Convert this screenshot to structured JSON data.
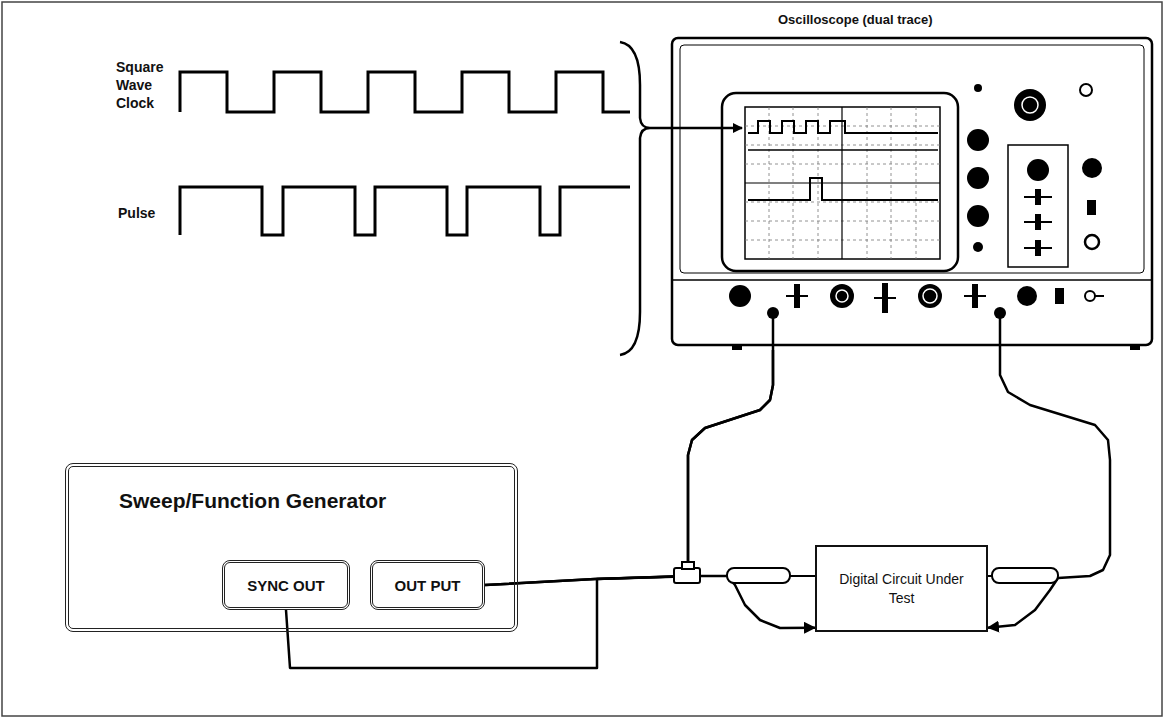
{
  "diagram": {
    "nodes": [
      {
        "text": [
          "Oscilloscope (dual trace)"
        ]
      },
      {
        "text": [
          "Sweep/Function Generator"
        ]
      },
      {
        "text": [
          "SYNC OUT"
        ],
        "in": 1
      },
      {
        "text": [
          "OUT PUT"
        ],
        "in": 1
      },
      {
        "text": [
          "Digital Circuit Under Test"
        ]
      }
    ],
    "edges": [
      {
        "from": 3,
        "to": 0,
        "arrow": "none"
      },
      {
        "from": 3,
        "to": 4,
        "arrow": "to"
      },
      {
        "from": 2,
        "to": 0,
        "arrow": "none"
      },
      {
        "from": 0,
        "to": 4,
        "arrow": "to"
      }
    ],
    "labels": [
      "Square Wave Clock",
      "Pulse"
    ]
  }
}
